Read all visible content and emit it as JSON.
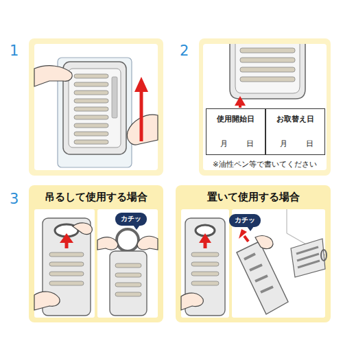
{
  "diagram": {
    "nodes": [
      {
        "text": [
          "使用開始日",
          "月",
          "日"
        ]
      },
      {
        "text": [
          "お取替え日",
          "月",
          "日"
        ]
      },
      {
        "text": [
          "吊るして使用する場合"
        ]
      },
      {
        "text": [
          "カチッ"
        ],
        "in": 2
      },
      {
        "text": [
          "置いて使用する場合"
        ]
      },
      {
        "text": [
          "カチッ"
        ],
        "in": 4
      }
    ],
    "labels": [
      "1",
      "2",
      "※油性ペン等で書いてください",
      "3"
    ]
  }
}
